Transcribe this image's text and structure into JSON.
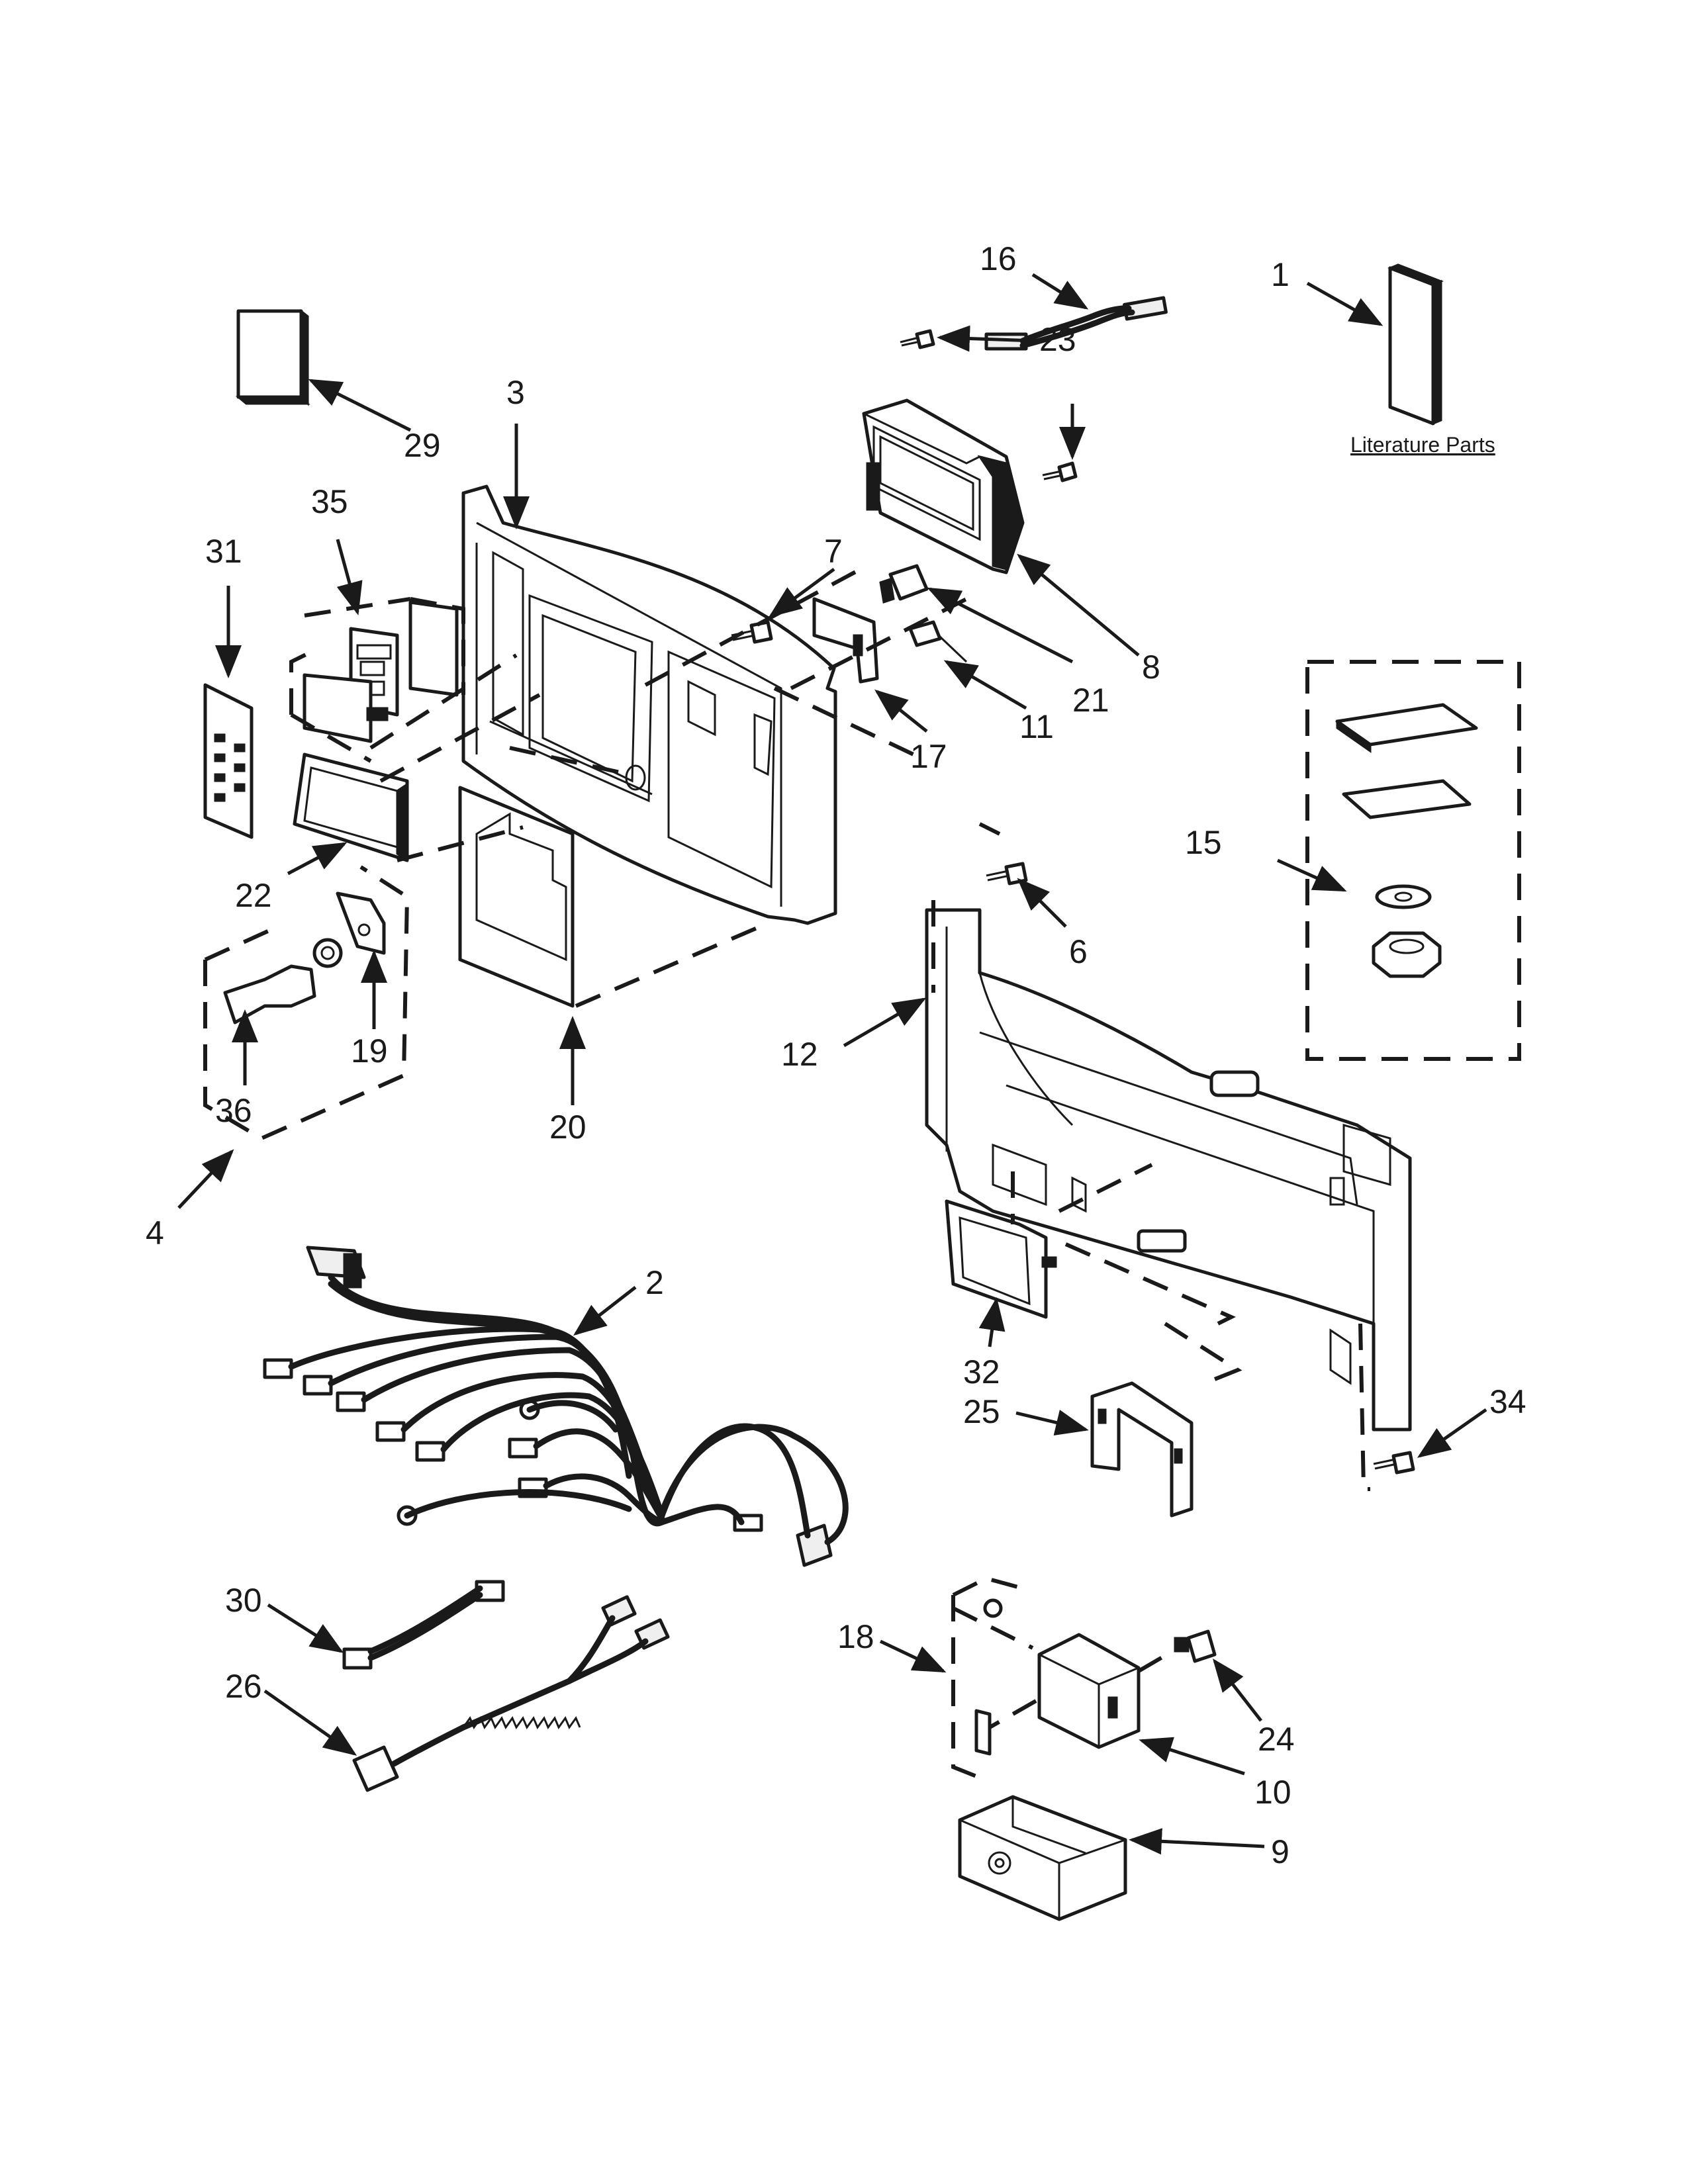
{
  "callouts": {
    "c1": "1",
    "c2": "2",
    "c3": "3",
    "c4": "4",
    "c6": "6",
    "c7": "7",
    "c8": "8",
    "c9": "9",
    "c10": "10",
    "c11": "11",
    "c12": "12",
    "c15": "15",
    "c16": "16",
    "c17": "17",
    "c18": "18",
    "c19": "19",
    "c20": "20",
    "c21": "21",
    "c22": "22",
    "c23": "23",
    "c24": "24",
    "c25": "25",
    "c26": "26",
    "c29": "29",
    "c30": "30",
    "c31": "31",
    "c32": "32",
    "c34": "34",
    "c35": "35",
    "c36": "36"
  },
  "literature_label": "Literature Parts"
}
